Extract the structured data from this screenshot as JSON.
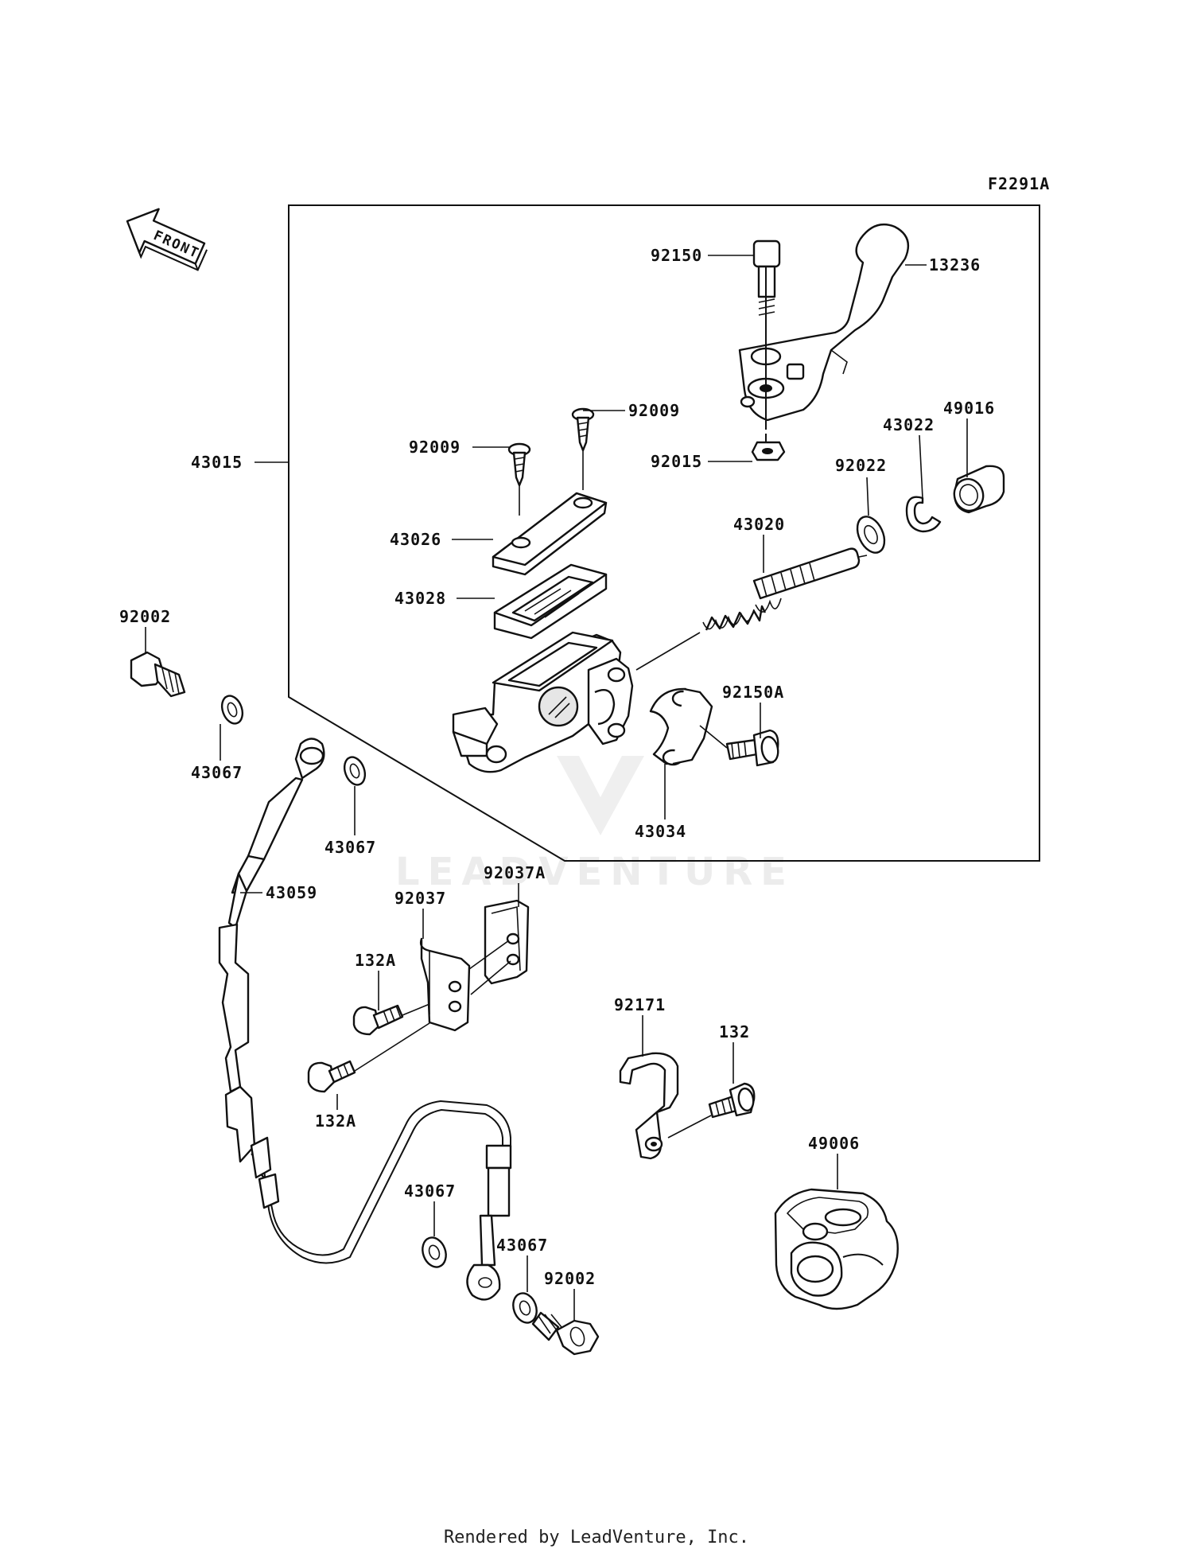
{
  "diagram_code": "F2291A",
  "front_arrow_label": "FRONT",
  "watermark_text": "LEADVENTURE",
  "footer_text": "Rendered by LeadVenture, Inc.",
  "callouts": [
    {
      "id": "92150",
      "part": "lever-pivot-bolt"
    },
    {
      "id": "13236",
      "part": "brake-lever"
    },
    {
      "id": "92009",
      "part": "cover-screw-right"
    },
    {
      "id": "92009",
      "part": "cover-screw-left"
    },
    {
      "id": "92015",
      "part": "lever-nut"
    },
    {
      "id": "49016",
      "part": "dust-boot"
    },
    {
      "id": "43022",
      "part": "circlip"
    },
    {
      "id": "92022",
      "part": "piston-washer"
    },
    {
      "id": "43015",
      "part": "master-cylinder-assembly"
    },
    {
      "id": "43026",
      "part": "reservoir-cap"
    },
    {
      "id": "43028",
      "part": "diaphragm"
    },
    {
      "id": "43020",
      "part": "piston-kit"
    },
    {
      "id": "92002",
      "part": "banjo-bolt-upper"
    },
    {
      "id": "92150A",
      "part": "clamp-bolt"
    },
    {
      "id": "43067",
      "part": "gasket-a"
    },
    {
      "id": "43067",
      "part": "gasket-b"
    },
    {
      "id": "43034",
      "part": "holder-clamp"
    },
    {
      "id": "92037A",
      "part": "hose-clamp-a"
    },
    {
      "id": "43059",
      "part": "brake-hose"
    },
    {
      "id": "92037",
      "part": "hose-clamp"
    },
    {
      "id": "132A",
      "part": "clamp-bolt-upper"
    },
    {
      "id": "132A",
      "part": "clamp-bolt-lower"
    },
    {
      "id": "92171",
      "part": "guide-clamp"
    },
    {
      "id": "132",
      "part": "guide-bolt"
    },
    {
      "id": "49006",
      "part": "lever-guard"
    },
    {
      "id": "43067",
      "part": "gasket-c"
    },
    {
      "id": "43067",
      "part": "gasket-d"
    },
    {
      "id": "92002",
      "part": "banjo-bolt-lower"
    }
  ]
}
